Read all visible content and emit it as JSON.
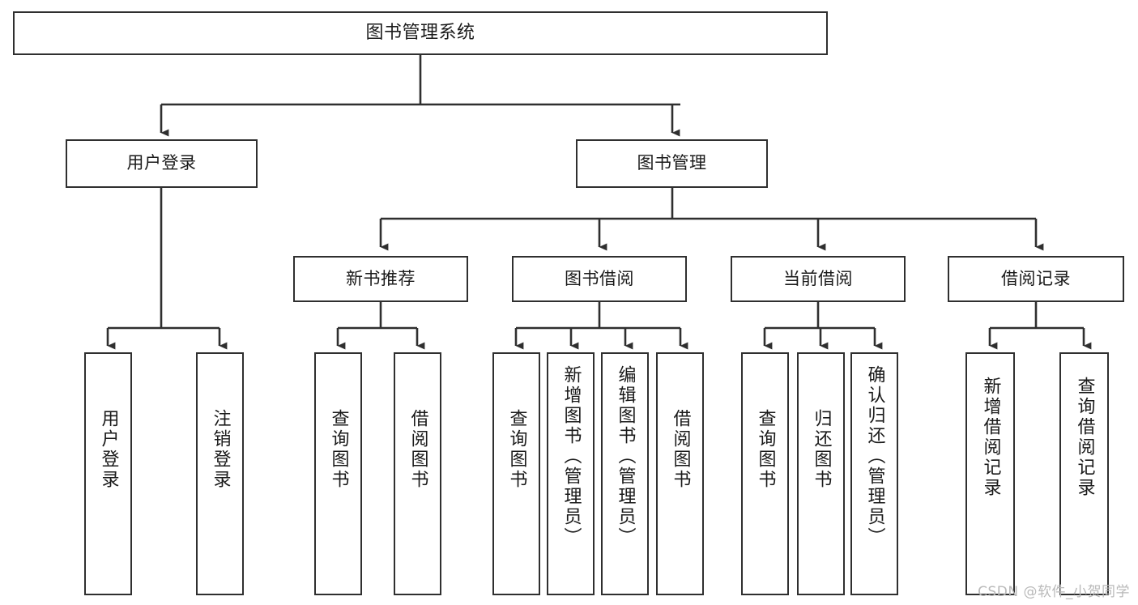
{
  "diagram": {
    "title": "图书管理系统",
    "type": "tree",
    "watermark": "CSDN @软件_小贺同学",
    "colors": {
      "box_border": "#2f2f2f",
      "background": "#ffffff",
      "connector": "#2f2f2f",
      "watermark": "#b9b9b9"
    },
    "nodes": {
      "root": {
        "label": "图书管理系统"
      },
      "level2": [
        {
          "label": "用户登录"
        },
        {
          "label": "图书管理"
        }
      ],
      "level3": [
        {
          "label": "新书推荐"
        },
        {
          "label": "图书借阅"
        },
        {
          "label": "当前借阅"
        },
        {
          "label": "借阅记录"
        }
      ],
      "leaves_user_login": [
        {
          "label": "用户登录"
        },
        {
          "label": "注销登录"
        }
      ],
      "leaves_new_book": [
        {
          "label": "查询图书"
        },
        {
          "label": "借阅图书"
        }
      ],
      "leaves_borrow": [
        {
          "label": "查询图书"
        },
        {
          "label": "新增图书（管理员）"
        },
        {
          "label": "编辑图书（管理员）"
        },
        {
          "label": "借阅图书"
        }
      ],
      "leaves_current": [
        {
          "label": "查询图书"
        },
        {
          "label": "归还图书"
        },
        {
          "label": "确认归还（管理员）"
        }
      ],
      "leaves_records": [
        {
          "label": "新增借阅记录"
        },
        {
          "label": "查询借阅记录"
        }
      ]
    }
  }
}
